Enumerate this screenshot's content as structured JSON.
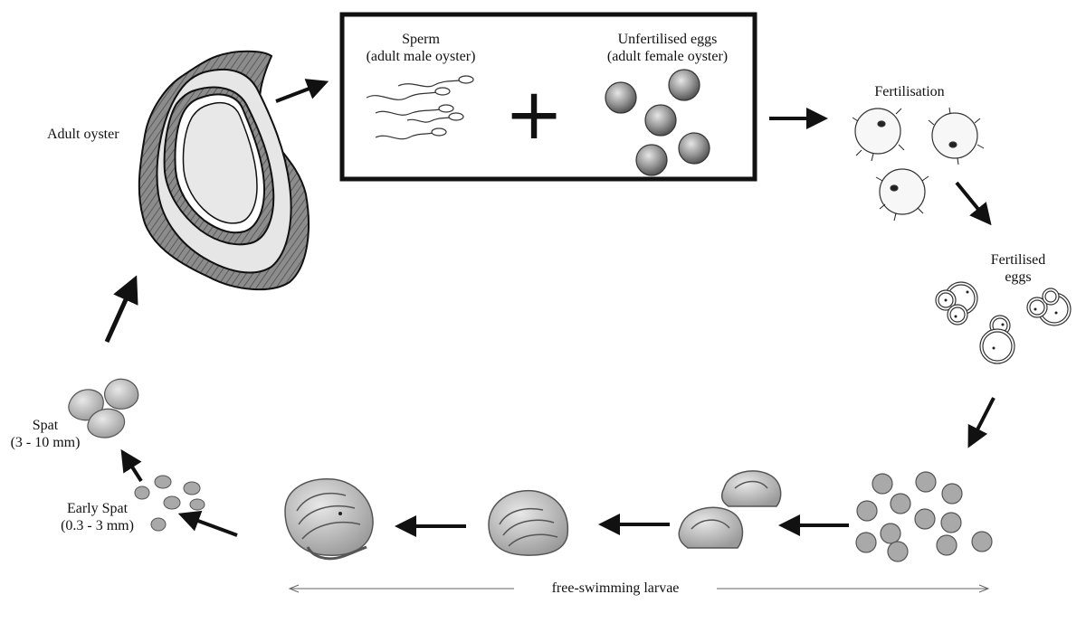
{
  "labels": {
    "adult_oyster": "Adult oyster",
    "sperm_title": "Sperm",
    "sperm_sub": "(adult male oyster)",
    "eggs_title": "Unfertilised eggs",
    "eggs_sub": "(adult female oyster)",
    "plus": "+",
    "fertilisation": "Fertilisation",
    "fertilised_1": "Fertilised",
    "fertilised_2": "eggs",
    "spat_title": "Spat",
    "spat_size": "(3 - 10 mm)",
    "early_spat_title": "Early Spat",
    "early_spat_size": "(0.3 - 3 mm)",
    "free_swimming": "free-swimming larvae"
  },
  "colors": {
    "ink": "#111111",
    "shell_fill": "#c8c8c8",
    "shell_dark": "#7a7a7a",
    "egg_fill": "#9a9a9a"
  }
}
